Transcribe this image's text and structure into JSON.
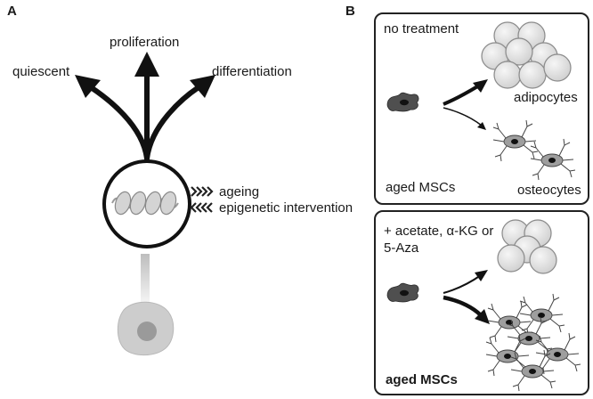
{
  "panelA": {
    "letter": "A",
    "fates": {
      "quiescent": "quiescent",
      "proliferation": "proliferation",
      "differentiation": "differentiation"
    },
    "signals": {
      "ageing": "ageing",
      "intervention": "epigenetic intervention"
    }
  },
  "panelB": {
    "letter": "B",
    "top": {
      "condition": "no treatment",
      "cell_label": "aged MSCs",
      "outcome_upper": "adipocytes",
      "outcome_lower": "osteocytes"
    },
    "bottom": {
      "condition_line1": "+ acetate, α-KG or",
      "condition_line2": "5-Aza",
      "cell_label": "aged MSCs"
    }
  },
  "colors": {
    "ink": "#111111",
    "cell_dark": "#4a4a4a",
    "nucleus": "#1a1a1a",
    "adipocyte": "#e2e2e2",
    "stem_cell": "#c9c9c9"
  }
}
